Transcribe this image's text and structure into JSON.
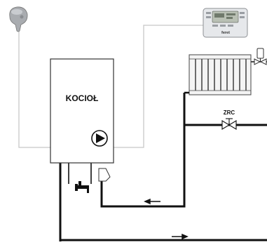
{
  "boiler": {
    "label": "KOCIOŁ"
  },
  "valve": {
    "label": "ZRC"
  },
  "thermostat": {
    "brand": "feret"
  },
  "colors": {
    "pipe": "#111111",
    "signal_wire": "#c8c8c8",
    "outline": "#333333",
    "sensor_fill": "#a9acb0",
    "thermostat_body": "#e6e8eb",
    "thermostat_screen": "#b9c0b4",
    "radiator_fill": "#f4f4f4"
  },
  "icons": {
    "outdoor_sensor": "outdoor-sensor-icon",
    "room_thermostat": "room-thermostat-icon",
    "pump": "pump-icon",
    "tap": "tap-icon",
    "radiator": "radiator-icon",
    "zone_valve": "zone-valve-icon",
    "thermostatic_head": "thermostatic-head-icon",
    "flow_arrow": "flow-arrow-icon"
  }
}
